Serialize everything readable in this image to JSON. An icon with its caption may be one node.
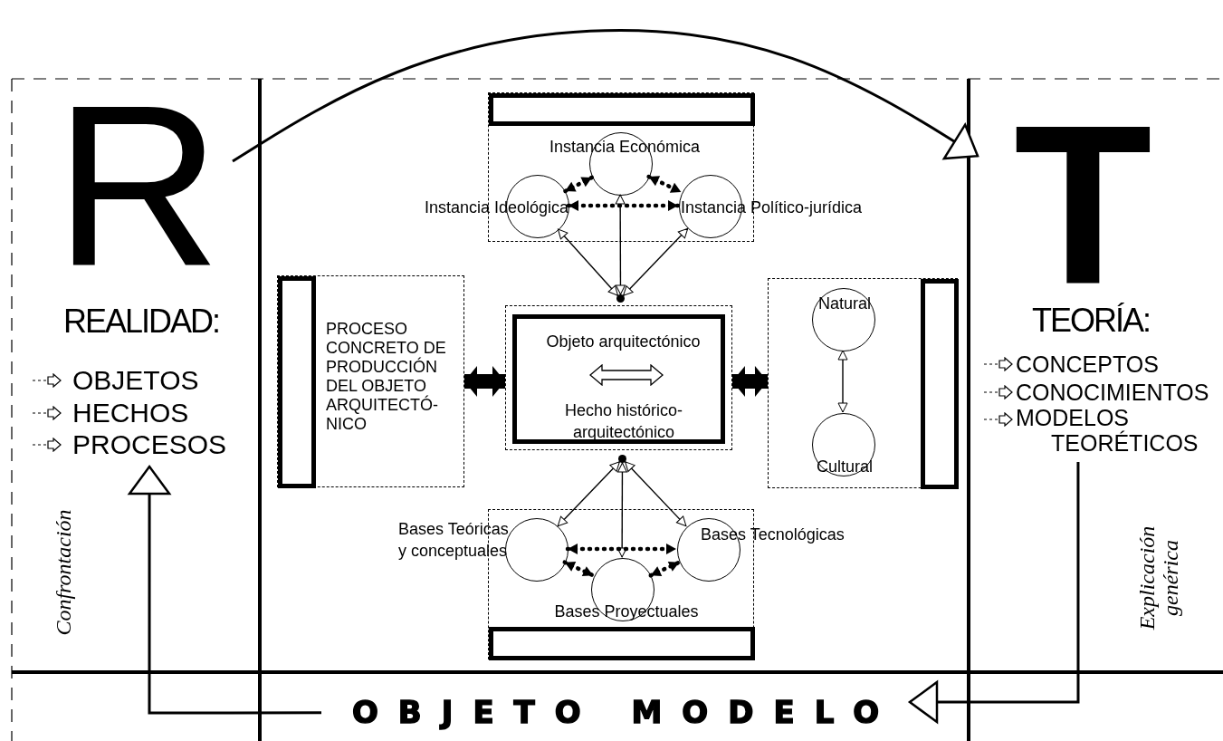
{
  "diagram": {
    "nodes": [
      {
        "text": [
          "R",
          "REALIDAD:",
          "OBJETOS",
          "HECHOS",
          "PROCESOS"
        ]
      },
      {
        "text": [
          "T",
          "TEORÍA:",
          "CONCEPTOS",
          "CONOCIMIENTOS",
          "MODELOS TEORÉTICOS"
        ]
      },
      {
        "text": [
          "OBJETO MODELO"
        ]
      },
      {
        "text": [],
        "shape": "box"
      },
      {
        "text": [],
        "shape": "bar",
        "in": 3
      },
      {
        "text": [
          "Instancia Económica"
        ],
        "in": 3
      },
      {
        "text": [
          "Instancia Ideológica"
        ],
        "in": 3
      },
      {
        "text": [
          "Instancia Político-jurídica"
        ],
        "in": 3
      },
      {
        "text": [
          "PROCESO CONCRETO DE PRODUCCIÓN DEL OBJETO ARQUITECTÓ- NICO"
        ]
      },
      {
        "text": [],
        "shape": "bar",
        "in": 8
      },
      {
        "text": [],
        "shape": "box"
      },
      {
        "text": [],
        "shape": "box",
        "in": 10
      },
      {
        "text": [
          "Objeto arquitectónico"
        ],
        "in": 11
      },
      {
        "text": [
          "Hecho histórico-arquitectónico"
        ],
        "in": 11
      },
      {
        "text": [],
        "shape": "circle"
      },
      {
        "text": [],
        "shape": "circle"
      },
      {
        "text": [],
        "shape": "box"
      },
      {
        "text": [
          "Natural"
        ],
        "in": 16
      },
      {
        "text": [
          "Cultural"
        ],
        "in": 16
      },
      {
        "text": [],
        "shape": "bar",
        "in": 16
      },
      {
        "text": [],
        "shape": "box"
      },
      {
        "text": [
          "Bases Teóricas y conceptuales"
        ],
        "in": 20
      },
      {
        "text": [
          "Bases Tecnológicas"
        ],
        "in": 20
      },
      {
        "text": [
          "Bases Proyectuales"
        ],
        "in": 20
      },
      {
        "text": [],
        "shape": "bar",
        "in": 20
      }
    ],
    "edges": [
      {
        "from": 0,
        "to": 1,
        "arrow": "to"
      },
      {
        "from": 1,
        "to": 2,
        "arrow": "to"
      },
      {
        "from": 2,
        "to": 0,
        "arrow": "to"
      },
      {
        "from": 5,
        "to": 6,
        "arrow": "both",
        "style": "dashed"
      },
      {
        "from": 5,
        "to": 7,
        "arrow": "both",
        "style": "dashed"
      },
      {
        "from": 6,
        "to": 7,
        "arrow": "both",
        "style": "dashed"
      },
      {
        "from": 6,
        "to": 14,
        "arrow": "both"
      },
      {
        "from": 5,
        "to": 14,
        "arrow": "both"
      },
      {
        "from": 7,
        "to": 14,
        "arrow": "both"
      },
      {
        "from": 8,
        "to": 10,
        "arrow": "both",
        "style": "thick"
      },
      {
        "from": 10,
        "to": 16,
        "arrow": "both",
        "style": "thick"
      },
      {
        "from": 17,
        "to": 18,
        "arrow": "both"
      },
      {
        "from": 15,
        "to": 21,
        "arrow": "both"
      },
      {
        "from": 15,
        "to": 23,
        "arrow": "both"
      },
      {
        "from": 15,
        "to": 22,
        "arrow": "both"
      },
      {
        "from": 21,
        "to": 22,
        "arrow": "both",
        "style": "dashed"
      },
      {
        "from": 21,
        "to": 23,
        "arrow": "both",
        "style": "dashed"
      },
      {
        "from": 23,
        "to": 22,
        "arrow": "both",
        "style": "dashed"
      }
    ],
    "labels": [
      "Confrontación",
      "Explicación genérica"
    ]
  }
}
